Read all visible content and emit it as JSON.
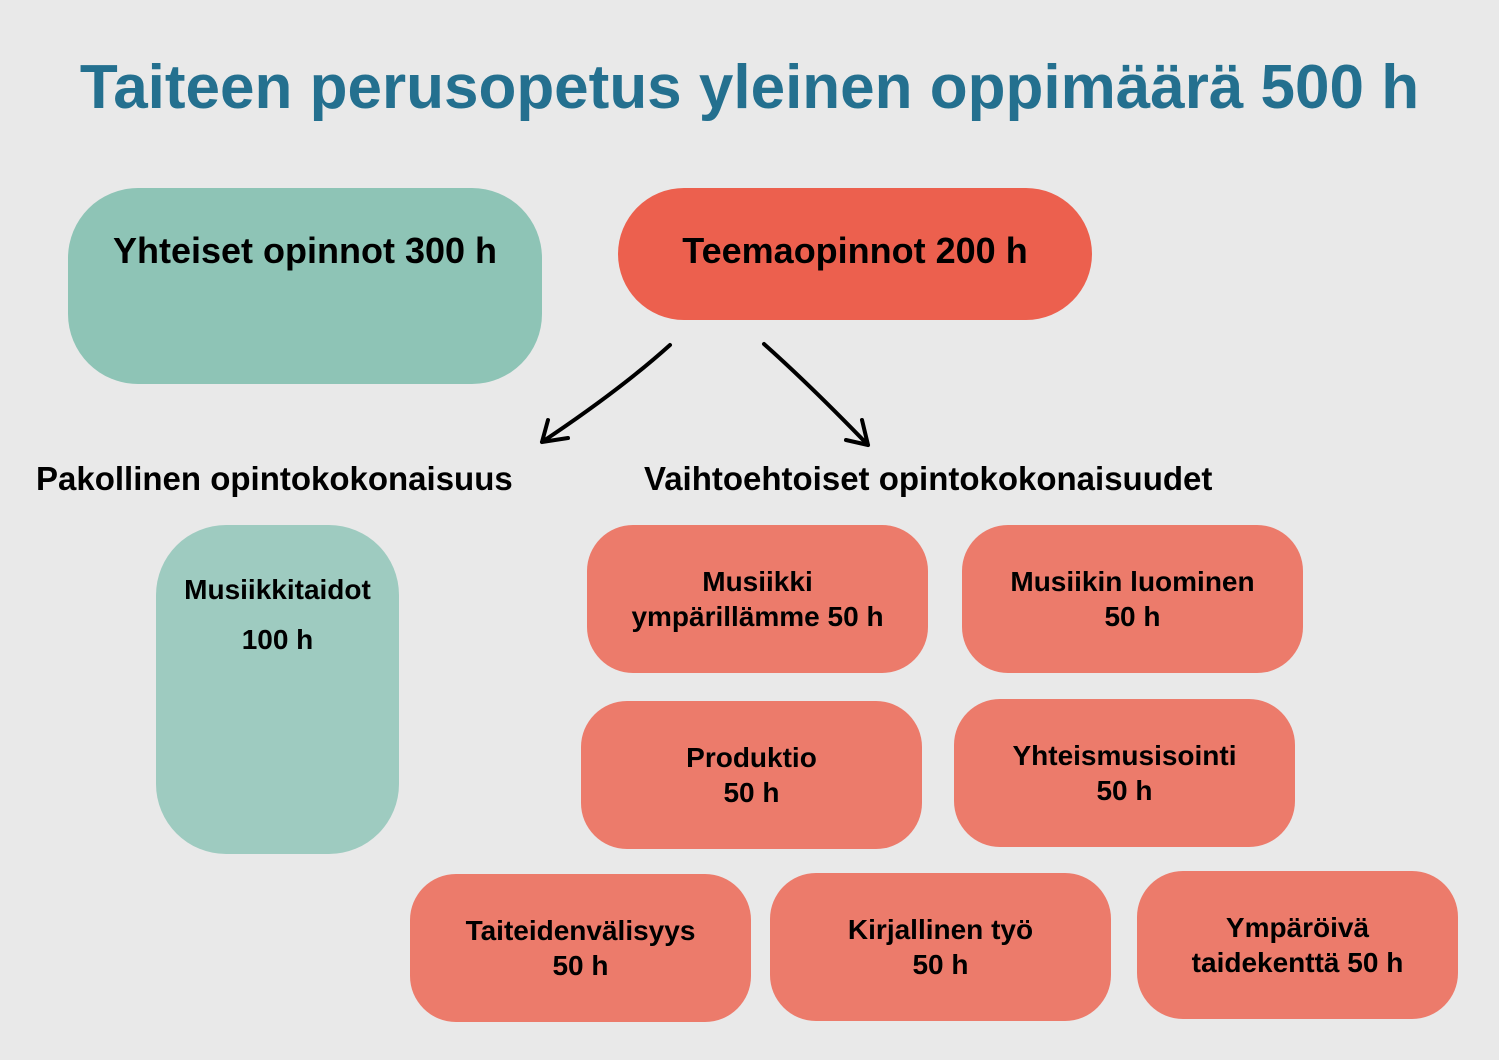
{
  "title": "Taiteen perusopetus yleinen oppimäärä 500 h",
  "common": {
    "label": "Yhteiset opinnot 300 h"
  },
  "theme": {
    "label": "Teemaopinnot 200 h"
  },
  "mandatory": {
    "heading": "Pakollinen opintokokonaisuus",
    "box": {
      "line1": "Musiikkitaidot",
      "line2": "100 h"
    }
  },
  "optional": {
    "heading": "Vaihtoehtoiset opintokokonaisuudet",
    "boxes": [
      {
        "line1": "Musiikki",
        "line2": "ympärillämme  50 h"
      },
      {
        "line1": "Musiikin luominen",
        "line2": "50 h"
      },
      {
        "line1": "Produktio",
        "line2": "50 h"
      },
      {
        "line1": "Yhteismusisointi",
        "line2": "50 h"
      },
      {
        "line1": "Taiteidenvälisyys",
        "line2": "50 h"
      },
      {
        "line1": "Kirjallinen työ",
        "line2": "50 h"
      },
      {
        "line1": "Ympäröivä",
        "line2": "taidekenttä 50 h"
      }
    ]
  },
  "colors": {
    "title": "#24708f",
    "teal": "#8ec4b6",
    "teal_light": "#9ecbc0",
    "red": "#ec604e",
    "salmon": "#ec7b6b",
    "background": "#e9e9e9"
  }
}
